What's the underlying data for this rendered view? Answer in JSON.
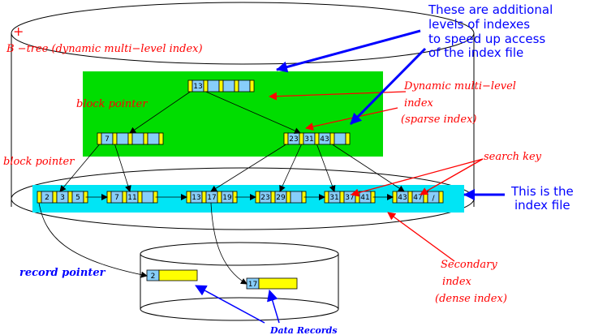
{
  "colors": {
    "annotation_red": "#ff0000",
    "annotation_blue": "#0000ff",
    "upper_level_fill": "#00dd00",
    "index_file_fill": "#00e5f5",
    "key_cell": "#87cefa",
    "pointer_cell": "#ffff00"
  },
  "labels": {
    "plus": "+",
    "btree_title": "B −tree (dynamic multi−level index)",
    "block_pointer_1": "block pointer",
    "block_pointer_2": "block pointer",
    "record_pointer": "record pointer",
    "data_records": "Data Records",
    "dynamic_multi_level": "Dynamic multi−level",
    "index_word": "index",
    "sparse_index": "(sparse index)",
    "search_key": "search key",
    "secondary": "Secondary",
    "index_word_2": "index",
    "dense_index": "(dense index)",
    "additional_1": "These are additional",
    "additional_2": "levels of indexes",
    "additional_3": "to speed up access",
    "additional_4": "of the index file",
    "index_file_1": "This is the",
    "index_file_2": "index file"
  },
  "tree": {
    "root_keys": [
      "13"
    ],
    "level2_left_keys": [
      "7"
    ],
    "level2_right_keys": [
      "23",
      "31",
      "43"
    ],
    "leaf_nodes": [
      {
        "keys": [
          "2",
          "3",
          "5"
        ]
      },
      {
        "keys": [
          "7",
          "11"
        ]
      },
      {
        "keys": [
          "13",
          "17",
          "19"
        ]
      },
      {
        "keys": [
          "23",
          "29"
        ]
      },
      {
        "keys": [
          "31",
          "37",
          "41"
        ]
      },
      {
        "keys": [
          "43",
          "47"
        ]
      }
    ],
    "leaf_end_mark": "/"
  },
  "data_records": [
    {
      "key": "2"
    },
    {
      "key": "17"
    }
  ]
}
